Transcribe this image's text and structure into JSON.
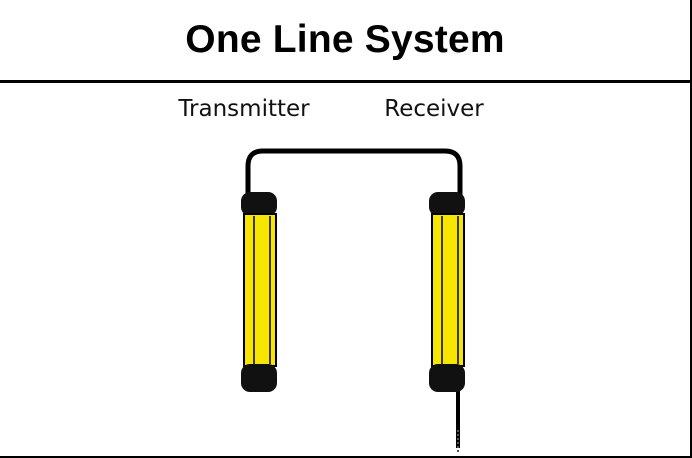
{
  "header": {
    "title": "One Line System"
  },
  "diagram": {
    "transmitter_label": "Transmitter",
    "receiver_label": "Receiver"
  },
  "colors": {
    "sensor_body": "#f7e600",
    "sensor_cap": "#111111",
    "cable": "#000000",
    "outline": "#000000"
  }
}
